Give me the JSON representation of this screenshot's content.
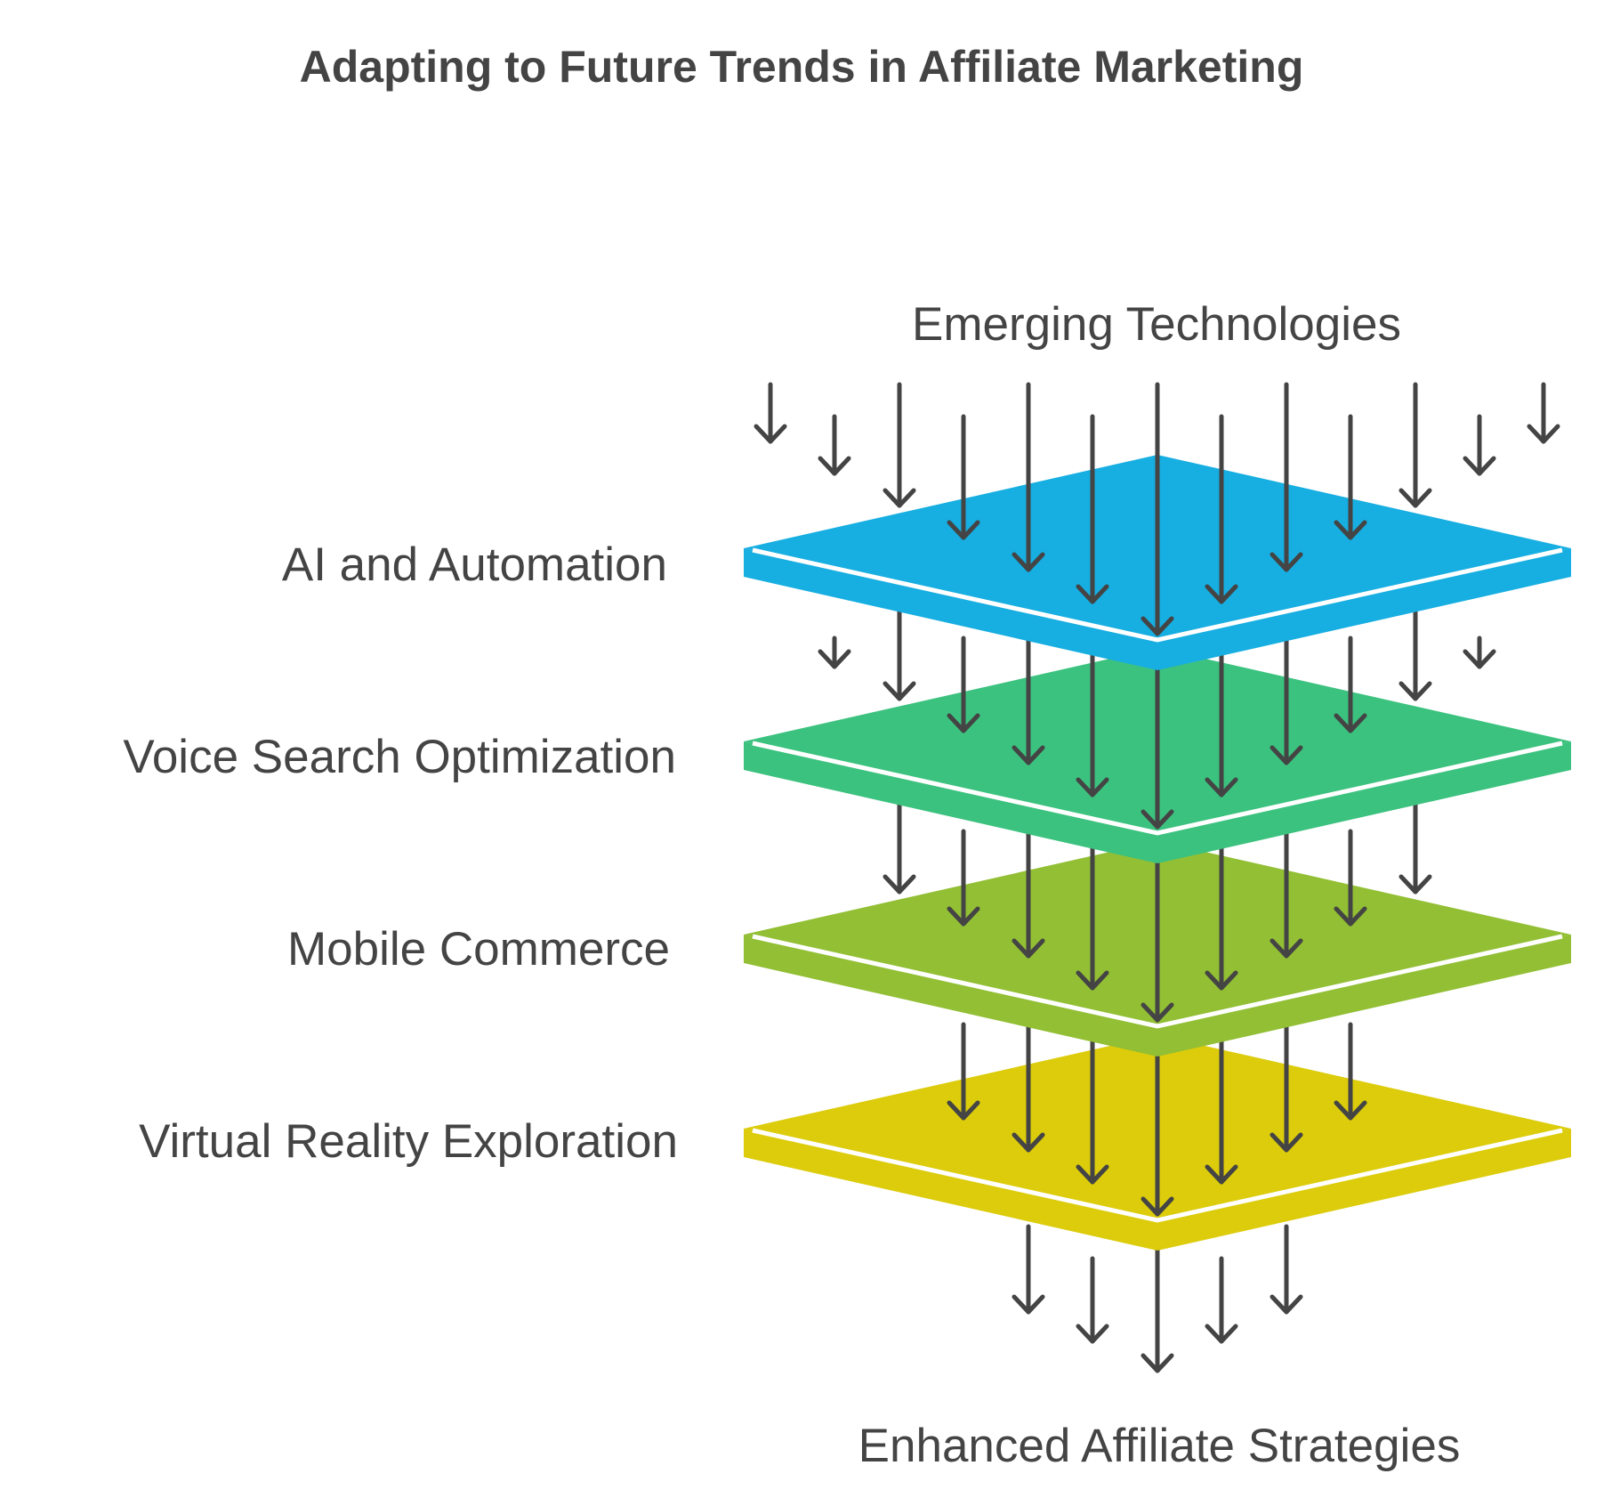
{
  "title": "Adapting to Future Trends in Affiliate Marketing",
  "input_label": "Emerging Technologies",
  "output_label": "Enhanced Affiliate Strategies",
  "layers": [
    {
      "label": "AI and Automation",
      "top_color": "#17AEE1",
      "side_color": "#17AEE1"
    },
    {
      "label": "Voice Search Optimization",
      "top_color": "#3CC27F",
      "side_color": "#3CC27F"
    },
    {
      "label": "Mobile Commerce",
      "top_color": "#92BF34",
      "side_color": "#92BF34"
    },
    {
      "label": "Virtual Reality Exploration",
      "top_color": "#DCCC0B",
      "side_color": "#DCCC0B"
    }
  ],
  "arrow_color": "#444444"
}
